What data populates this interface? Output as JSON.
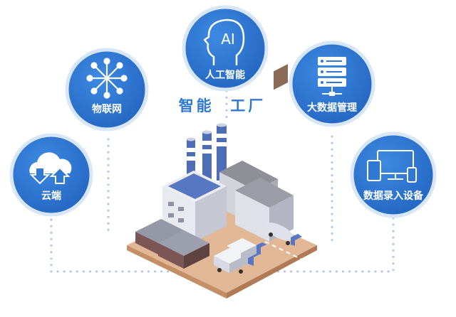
{
  "title": "智能  工厂",
  "colors": {
    "circle": "#2f78d4",
    "circle_edge": "#d8e7f8",
    "dots": "#a9c6ea",
    "accent": "#2f78d4"
  },
  "nodes": [
    {
      "id": "cloud",
      "label": "云端",
      "icon": "cloud-sync-icon"
    },
    {
      "id": "iot",
      "label": "物联网",
      "icon": "network-star-icon"
    },
    {
      "id": "ai",
      "label": "人工智能",
      "icon": "ai-head-icon",
      "icon_text": "AI"
    },
    {
      "id": "bigdata",
      "label": "大数据管理",
      "icon": "server-stack-icon"
    },
    {
      "id": "input",
      "label": "数据录入设备",
      "icon": "devices-icon"
    }
  ]
}
